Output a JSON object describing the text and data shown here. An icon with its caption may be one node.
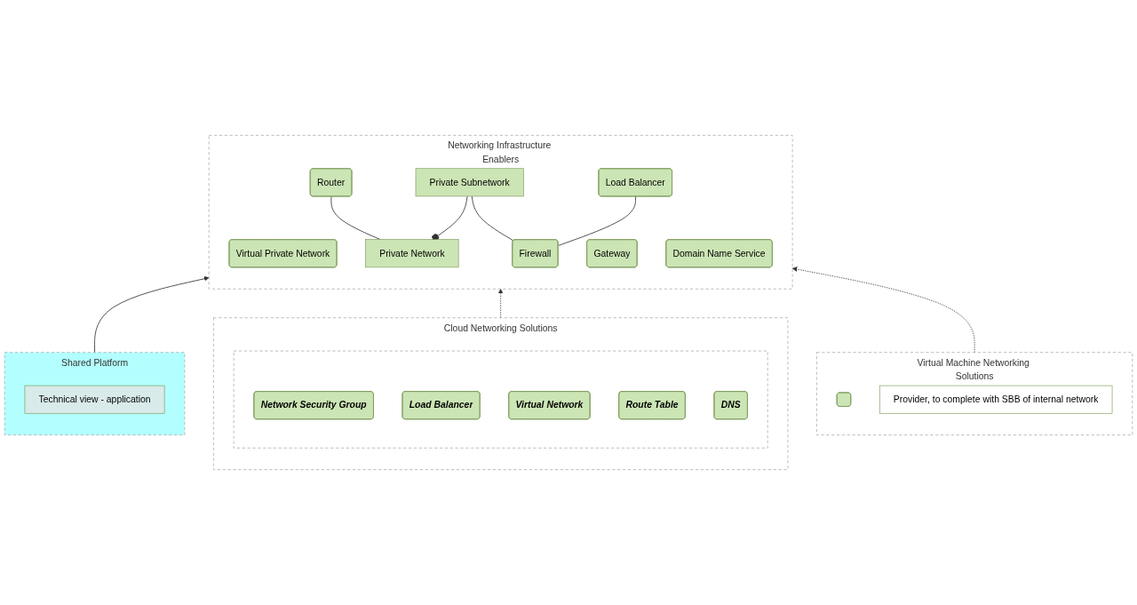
{
  "diagram": {
    "nodes": [
      {
        "text": [
          "Networking Infrastructure Enablers"
        ]
      },
      {
        "text": [
          "Virtual Private Network"
        ],
        "in": 0
      },
      {
        "text": [
          "Gateway"
        ],
        "in": 0
      },
      {
        "text": [
          "Domain Name Service"
        ],
        "in": 0
      },
      {
        "text": [
          "Load Balancer"
        ],
        "in": 0
      },
      {
        "text": [
          "Router"
        ],
        "in": 0
      },
      {
        "text": [
          "Private Network"
        ],
        "in": 0
      },
      {
        "text": [
          "Private Subnetwork"
        ],
        "in": 0
      },
      {
        "text": [
          "Firewall"
        ],
        "in": 0
      },
      {
        "text": [
          "Shared Platform"
        ]
      },
      {
        "text": [
          "Technical view - application"
        ],
        "in": 9
      },
      {
        "text": [
          "Cloud Networking Solutions"
        ]
      },
      {
        "text": [],
        "shape": "box",
        "in": 11
      },
      {
        "text": [
          "Network Security Group"
        ],
        "in": 12
      },
      {
        "text": [
          "Load Balancer"
        ],
        "in": 12
      },
      {
        "text": [
          "Virtual Network"
        ],
        "in": 12
      },
      {
        "text": [
          "Route Table"
        ],
        "in": 12
      },
      {
        "text": [
          "DNS"
        ],
        "in": 12
      },
      {
        "text": [
          "Virtual Machine Networking Solutions"
        ]
      },
      {
        "text": [],
        "shape": "box",
        "in": 18
      },
      {
        "text": [
          "Provider, to complete with SBB of internal network"
        ],
        "in": 18
      }
    ],
    "edges": [
      {
        "from": 5,
        "to": 6,
        "arrow": "none"
      },
      {
        "from": 7,
        "to": 6,
        "arrow": "other"
      },
      {
        "from": 7,
        "to": 8,
        "arrow": "none"
      },
      {
        "from": 4,
        "to": 8,
        "arrow": "none"
      },
      {
        "from": 9,
        "to": 0,
        "arrow": "to"
      },
      {
        "from": 11,
        "to": 0,
        "arrow": "to",
        "style": "dashed"
      },
      {
        "from": 18,
        "to": 0,
        "arrow": "to",
        "style": "dashed"
      }
    ]
  }
}
